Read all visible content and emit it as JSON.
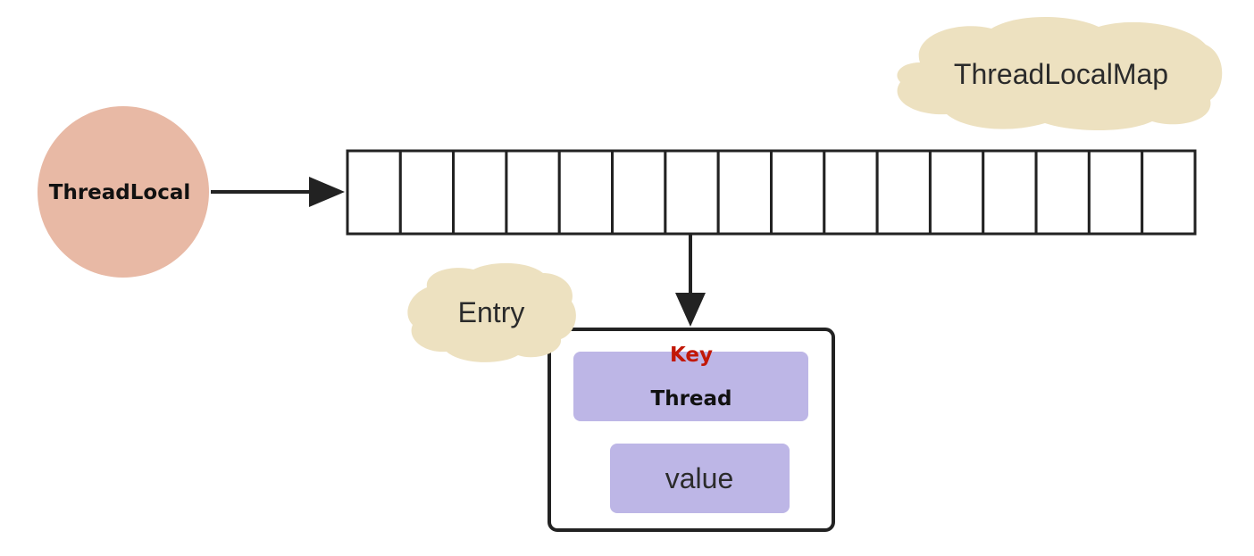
{
  "thread_local": {
    "label": "ThreadLocal",
    "color": "#e8b9a5"
  },
  "map": {
    "label": "ThreadLocalMap",
    "slot_count": 16
  },
  "entry": {
    "label": "Entry",
    "key_label": "Key",
    "key_type": "Thread",
    "value_label": "value",
    "field_color": "#bdb6e6",
    "key_color": "#c21807"
  },
  "cloud_color": "#ede1c0"
}
